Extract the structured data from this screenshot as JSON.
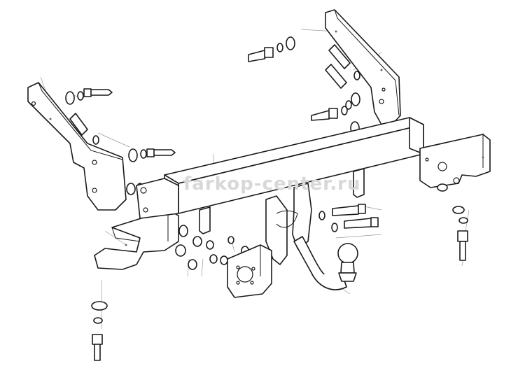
{
  "watermark": {
    "text": "farkop-center.ru",
    "color": "#d8d8d8"
  },
  "colors": {
    "line": "#1a1a1a",
    "leader": "#9a9a9a",
    "background": "#ffffff"
  },
  "parts": [
    "left-side-bracket",
    "right-side-bracket",
    "cross-beam",
    "left-mount-plate",
    "right-mount-plate",
    "tow-ball-neck",
    "tow-ball",
    "socket-plate",
    "bolts",
    "washers",
    "nuts"
  ]
}
